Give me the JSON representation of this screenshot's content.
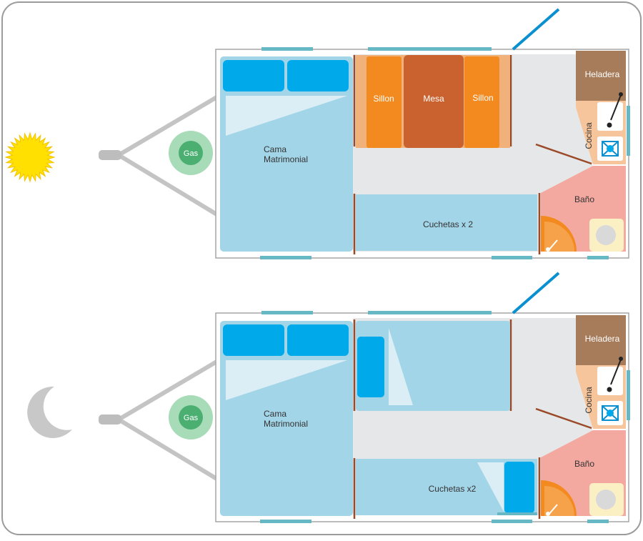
{
  "plans": [
    {
      "mode_icon": "sun-icon",
      "gas": "Gas",
      "bed_line1": "Cama",
      "bed_line2": "Matrimonial",
      "sofa_left": "Sillon",
      "table": "Mesa",
      "sofa_right": "Sillon",
      "bunks": "Cuchetas x 2",
      "fridge": "Heladera",
      "kitchen": "Cocina",
      "bathroom": "Baño"
    },
    {
      "mode_icon": "moon-icon",
      "gas": "Gas",
      "bed_line1": "Cama",
      "bed_line2": "Matrimonial",
      "bunks": "Cuchetas x2",
      "fridge": "Heladera",
      "kitchen": "Cocina",
      "bathroom": "Baño"
    }
  ],
  "colors": {
    "frame": "#999999",
    "bed": "#a3d5e8",
    "pillow": "#00a9ea",
    "sofa": "#f28a20",
    "table": "#c9622e",
    "floor": "#e6e7e8",
    "fridge": "#a67c5b",
    "bathroom": "#f4a9a0",
    "gas_outer": "#a8dbb8",
    "gas_inner": "#4caf72",
    "window": "#66b8c4",
    "wall": "#9a4a28",
    "sun": "#ffe000",
    "moon": "#c8c8c8"
  }
}
